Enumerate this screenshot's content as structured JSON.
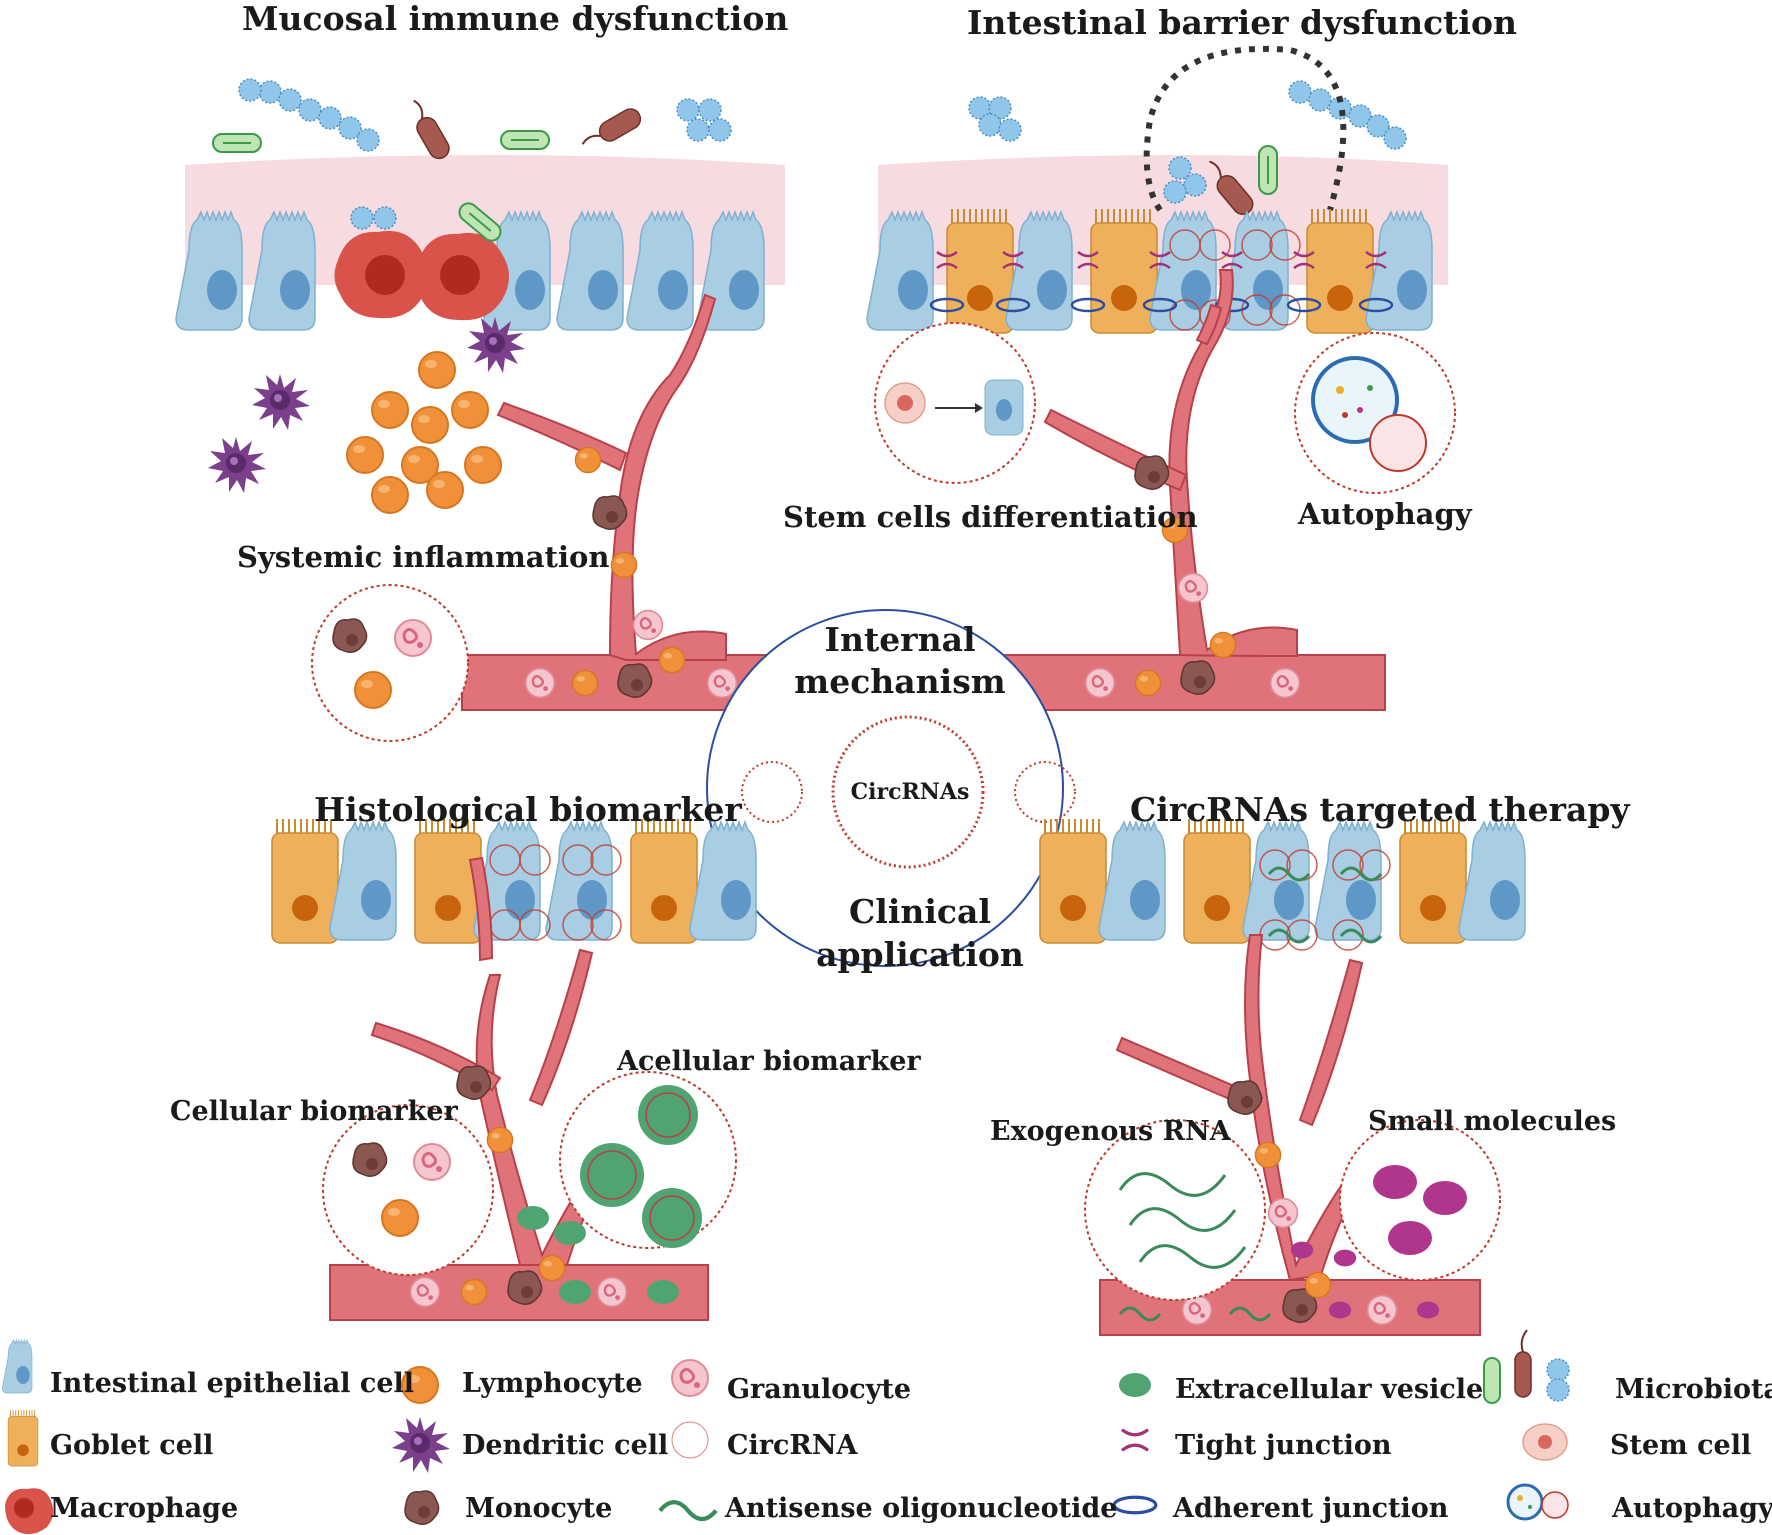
{
  "panels": {
    "top_left_title": "Mucosal immune dysfunction",
    "top_right_title": "Intestinal barrier dysfunction",
    "bottom_left_title": "Histological biomarker",
    "bottom_right_title": "CircRNAs targeted therapy"
  },
  "labels": {
    "systemic_inflammation": "Systemic inflammation",
    "stem_cells_differentiation": "Stem cells differentiation",
    "autophagy": "Autophagy",
    "cellular_biomarker": "Cellular  biomarker",
    "acellular_biomarker": "Acellular  biomarker",
    "exogenous_rna": "Exogenous RNA",
    "small_molecules": "Small molecules"
  },
  "center": {
    "internal_line1": "Internal",
    "internal_line2": "mechanism",
    "circ_label": "CircRNAs",
    "clinical_line1": "Clinical",
    "clinical_line2": "application"
  },
  "legend": [
    {
      "icon": "epithelial-cell-icon",
      "label": "Intestinal epithelial cell"
    },
    {
      "icon": "lymphocyte-icon",
      "label": "Lymphocyte"
    },
    {
      "icon": "granulocyte-icon",
      "label": "Granulocyte"
    },
    {
      "icon": "extracellular-vesicle-icon",
      "label": "Extracellular vesicle"
    },
    {
      "icon": "microbiota-icon",
      "label": "Microbiota"
    },
    {
      "icon": "goblet-cell-icon",
      "label": "Goblet cell"
    },
    {
      "icon": "dendritic-cell-icon",
      "label": "Dendritic cell"
    },
    {
      "icon": "circrna-icon",
      "label": "CircRNA"
    },
    {
      "icon": "tight-junction-icon",
      "label": "Tight junction"
    },
    {
      "icon": "stem-cell-icon",
      "label": "Stem cell"
    },
    {
      "icon": "macrophage-icon",
      "label": "Macrophage"
    },
    {
      "icon": "monocyte-icon",
      "label": "Monocyte"
    },
    {
      "icon": "antisense-oligonucleotide-icon",
      "label": "Antisense oligonucleotide"
    },
    {
      "icon": "adherent-junction-icon",
      "label": "Adherent junction"
    },
    {
      "icon": "autophagy-icon",
      "label": "Autophagy"
    }
  ],
  "colors": {
    "epithelial": "#a9cde3",
    "epithelial_nucleus": "#5f97c6",
    "goblet": "#efb05c",
    "goblet_nucleus": "#c8650c",
    "vessel": "#e0737a",
    "vessel_dark": "#b8404a",
    "lymphocyte": "#f0913a",
    "dendritic": "#7b3f8c",
    "macrophage": "#d9534a",
    "monocyte": "#8a5752",
    "granulocyte": "#f6c6cf",
    "vesicle": "#4fa472",
    "small_molecule": "#b0358d",
    "circrna": "#c0392b",
    "tight_junction": "#a0317a",
    "adherent_junction": "#2b4ea0",
    "mucus": "#f6dbe0"
  }
}
